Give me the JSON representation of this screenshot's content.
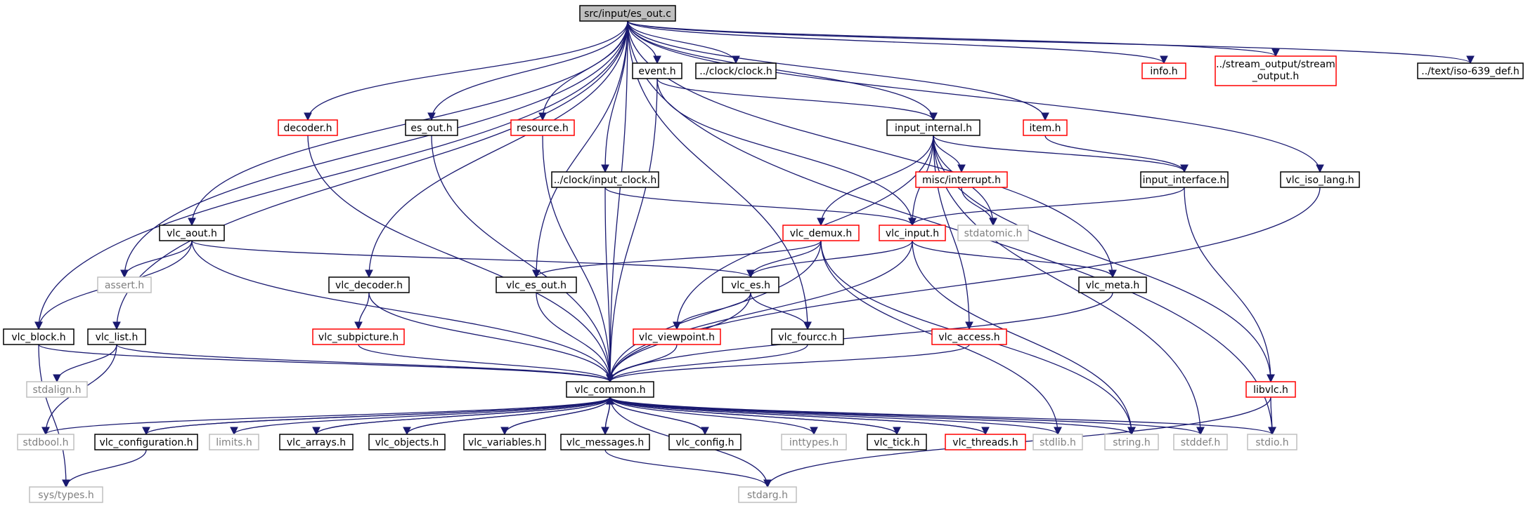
{
  "colors": {
    "edge": "#191970",
    "normal_border": "#000000",
    "red_border": "#ff0000",
    "system_border": "#bfbfbf",
    "root_fill": "#bfbfbf",
    "text": "#000000",
    "system_text": "#808080"
  },
  "nodes": [
    {
      "id": "root",
      "label": "src/input/es_out.c",
      "style": "root"
    },
    {
      "id": "event",
      "label": "event.h",
      "style": "normal"
    },
    {
      "id": "clock",
      "label": "../clock/clock.h",
      "style": "normal"
    },
    {
      "id": "info",
      "label": "info.h",
      "style": "red"
    },
    {
      "id": "stream_output",
      "label": "../stream_output/stream\n_output.h",
      "style": "red"
    },
    {
      "id": "iso639",
      "label": "../text/iso-639_def.h",
      "style": "normal"
    },
    {
      "id": "decoder",
      "label": "decoder.h",
      "style": "red"
    },
    {
      "id": "es_out",
      "label": "es_out.h",
      "style": "normal"
    },
    {
      "id": "resource",
      "label": "resource.h",
      "style": "red"
    },
    {
      "id": "input_internal",
      "label": "input_internal.h",
      "style": "normal"
    },
    {
      "id": "item",
      "label": "item.h",
      "style": "red"
    },
    {
      "id": "input_clock",
      "label": "../clock/input_clock.h",
      "style": "normal"
    },
    {
      "id": "misc_interrupt",
      "label": "misc/interrupt.h",
      "style": "red"
    },
    {
      "id": "input_interface",
      "label": "input_interface.h",
      "style": "normal"
    },
    {
      "id": "vlc_iso_lang",
      "label": "vlc_iso_lang.h",
      "style": "normal"
    },
    {
      "id": "vlc_aout",
      "label": "vlc_aout.h",
      "style": "normal"
    },
    {
      "id": "vlc_demux",
      "label": "vlc_demux.h",
      "style": "red"
    },
    {
      "id": "vlc_input",
      "label": "vlc_input.h",
      "style": "red"
    },
    {
      "id": "stdatomic",
      "label": "stdatomic.h",
      "style": "system"
    },
    {
      "id": "assert",
      "label": "assert.h",
      "style": "system"
    },
    {
      "id": "vlc_decoder",
      "label": "vlc_decoder.h",
      "style": "normal"
    },
    {
      "id": "vlc_es_out",
      "label": "vlc_es_out.h",
      "style": "normal"
    },
    {
      "id": "vlc_es",
      "label": "vlc_es.h",
      "style": "normal"
    },
    {
      "id": "vlc_meta",
      "label": "vlc_meta.h",
      "style": "normal"
    },
    {
      "id": "vlc_block",
      "label": "vlc_block.h",
      "style": "normal"
    },
    {
      "id": "vlc_list",
      "label": "vlc_list.h",
      "style": "normal"
    },
    {
      "id": "vlc_subpicture",
      "label": "vlc_subpicture.h",
      "style": "red"
    },
    {
      "id": "vlc_viewpoint",
      "label": "vlc_viewpoint.h",
      "style": "red"
    },
    {
      "id": "vlc_fourcc",
      "label": "vlc_fourcc.h",
      "style": "normal"
    },
    {
      "id": "vlc_access",
      "label": "vlc_access.h",
      "style": "red"
    },
    {
      "id": "libvlc",
      "label": "libvlc.h",
      "style": "red"
    },
    {
      "id": "stdalign",
      "label": "stdalign.h",
      "style": "system"
    },
    {
      "id": "vlc_common",
      "label": "vlc_common.h",
      "style": "normal"
    },
    {
      "id": "stdbool",
      "label": "stdbool.h",
      "style": "system"
    },
    {
      "id": "vlc_configuration",
      "label": "vlc_configuration.h",
      "style": "normal"
    },
    {
      "id": "limits",
      "label": "limits.h",
      "style": "system"
    },
    {
      "id": "vlc_arrays",
      "label": "vlc_arrays.h",
      "style": "normal"
    },
    {
      "id": "vlc_objects",
      "label": "vlc_objects.h",
      "style": "normal"
    },
    {
      "id": "vlc_variables",
      "label": "vlc_variables.h",
      "style": "normal"
    },
    {
      "id": "vlc_messages",
      "label": "vlc_messages.h",
      "style": "normal"
    },
    {
      "id": "vlc_config",
      "label": "vlc_config.h",
      "style": "normal"
    },
    {
      "id": "inttypes",
      "label": "inttypes.h",
      "style": "system"
    },
    {
      "id": "vlc_tick",
      "label": "vlc_tick.h",
      "style": "normal"
    },
    {
      "id": "vlc_threads",
      "label": "vlc_threads.h",
      "style": "red"
    },
    {
      "id": "stdlib",
      "label": "stdlib.h",
      "style": "system"
    },
    {
      "id": "string",
      "label": "string.h",
      "style": "system"
    },
    {
      "id": "stddef",
      "label": "stddef.h",
      "style": "system"
    },
    {
      "id": "stdio",
      "label": "stdio.h",
      "style": "system"
    },
    {
      "id": "systypes",
      "label": "sys/types.h",
      "style": "system"
    },
    {
      "id": "stdarg",
      "label": "stdarg.h",
      "style": "system"
    }
  ],
  "edges": [
    [
      "root",
      "event"
    ],
    [
      "root",
      "clock"
    ],
    [
      "root",
      "info"
    ],
    [
      "root",
      "stream_output"
    ],
    [
      "root",
      "iso639"
    ],
    [
      "root",
      "decoder"
    ],
    [
      "root",
      "es_out"
    ],
    [
      "root",
      "resource"
    ],
    [
      "root",
      "input_internal"
    ],
    [
      "root",
      "item"
    ],
    [
      "root",
      "input_clock"
    ],
    [
      "root",
      "vlc_iso_lang"
    ],
    [
      "root",
      "vlc_aout"
    ],
    [
      "root",
      "assert"
    ],
    [
      "root",
      "vlc_decoder"
    ],
    [
      "root",
      "vlc_es_out"
    ],
    [
      "root",
      "vlc_meta"
    ],
    [
      "root",
      "vlc_block"
    ],
    [
      "root",
      "vlc_list"
    ],
    [
      "root",
      "vlc_fourcc"
    ],
    [
      "root",
      "vlc_common"
    ],
    [
      "root",
      "stdio"
    ],
    [
      "event",
      "input_internal"
    ],
    [
      "event",
      "vlc_input"
    ],
    [
      "event",
      "vlc_common"
    ],
    [
      "decoder",
      "vlc_common"
    ],
    [
      "es_out",
      "vlc_common"
    ],
    [
      "resource",
      "vlc_common"
    ],
    [
      "input_internal",
      "misc_interrupt"
    ],
    [
      "input_internal",
      "input_interface"
    ],
    [
      "input_internal",
      "vlc_demux"
    ],
    [
      "input_internal",
      "vlc_input"
    ],
    [
      "input_internal",
      "stdatomic"
    ],
    [
      "input_internal",
      "vlc_viewpoint"
    ],
    [
      "input_internal",
      "vlc_access"
    ],
    [
      "input_internal",
      "libvlc"
    ],
    [
      "input_internal",
      "stddef"
    ],
    [
      "item",
      "input_interface"
    ],
    [
      "input_clock",
      "vlc_input"
    ],
    [
      "input_clock",
      "vlc_common"
    ],
    [
      "misc_interrupt",
      "stdatomic"
    ],
    [
      "input_interface",
      "vlc_input"
    ],
    [
      "input_interface",
      "libvlc"
    ],
    [
      "vlc_iso_lang",
      "vlc_common"
    ],
    [
      "vlc_aout",
      "assert"
    ],
    [
      "vlc_aout",
      "vlc_block"
    ],
    [
      "vlc_aout",
      "vlc_es"
    ],
    [
      "vlc_aout",
      "vlc_common"
    ],
    [
      "vlc_demux",
      "vlc_es_out"
    ],
    [
      "vlc_demux",
      "vlc_es"
    ],
    [
      "vlc_demux",
      "vlc_common"
    ],
    [
      "vlc_demux",
      "stdlib"
    ],
    [
      "vlc_demux",
      "string"
    ],
    [
      "vlc_input",
      "vlc_es"
    ],
    [
      "vlc_input",
      "vlc_meta"
    ],
    [
      "vlc_input",
      "vlc_common"
    ],
    [
      "vlc_input",
      "string"
    ],
    [
      "vlc_decoder",
      "vlc_subpicture"
    ],
    [
      "vlc_decoder",
      "vlc_common"
    ],
    [
      "vlc_es_out",
      "vlc_common"
    ],
    [
      "vlc_es",
      "vlc_viewpoint"
    ],
    [
      "vlc_es",
      "vlc_fourcc"
    ],
    [
      "vlc_es",
      "vlc_common"
    ],
    [
      "vlc_meta",
      "vlc_common"
    ],
    [
      "vlc_block",
      "systypes"
    ],
    [
      "vlc_block",
      "vlc_common"
    ],
    [
      "vlc_list",
      "stdalign"
    ],
    [
      "vlc_list",
      "stdbool"
    ],
    [
      "vlc_list",
      "vlc_common"
    ],
    [
      "vlc_subpicture",
      "vlc_common"
    ],
    [
      "vlc_viewpoint",
      "vlc_common"
    ],
    [
      "vlc_fourcc",
      "vlc_common"
    ],
    [
      "vlc_access",
      "vlc_common"
    ],
    [
      "libvlc",
      "stdio"
    ],
    [
      "libvlc",
      "stdarg"
    ],
    [
      "vlc_common",
      "stdbool"
    ],
    [
      "vlc_common",
      "vlc_configuration"
    ],
    [
      "vlc_common",
      "limits"
    ],
    [
      "vlc_common",
      "vlc_arrays"
    ],
    [
      "vlc_common",
      "vlc_objects"
    ],
    [
      "vlc_common",
      "vlc_variables"
    ],
    [
      "vlc_common",
      "vlc_messages"
    ],
    [
      "vlc_common",
      "vlc_config"
    ],
    [
      "vlc_common",
      "inttypes"
    ],
    [
      "vlc_common",
      "vlc_tick"
    ],
    [
      "vlc_common",
      "vlc_threads"
    ],
    [
      "vlc_common",
      "stdlib"
    ],
    [
      "vlc_common",
      "string"
    ],
    [
      "vlc_common",
      "stddef"
    ],
    [
      "vlc_common",
      "stdio"
    ],
    [
      "vlc_common",
      "stdarg"
    ],
    [
      "vlc_configuration",
      "vlc_common"
    ],
    [
      "vlc_configuration",
      "systypes"
    ],
    [
      "vlc_arrays",
      "vlc_common"
    ],
    [
      "vlc_objects",
      "vlc_common"
    ],
    [
      "vlc_variables",
      "vlc_common"
    ],
    [
      "vlc_messages",
      "vlc_common"
    ],
    [
      "vlc_messages",
      "stdarg"
    ],
    [
      "vlc_config",
      "vlc_common"
    ],
    [
      "vlc_tick",
      "vlc_common"
    ],
    [
      "vlc_threads",
      "vlc_common"
    ]
  ]
}
